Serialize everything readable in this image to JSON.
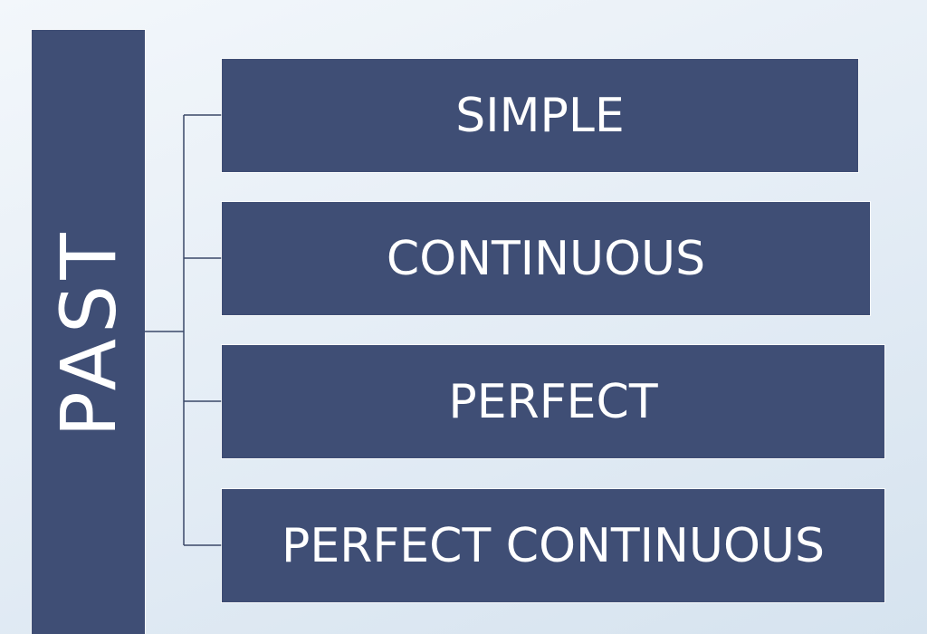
{
  "diagram": {
    "root": {
      "label": "PAST"
    },
    "branches": [
      {
        "label": "SIMPLE"
      },
      {
        "label": "CONTINUOUS"
      },
      {
        "label": "PERFECT"
      },
      {
        "label": "PERFECT CONTINUOUS"
      }
    ]
  },
  "colors": {
    "box_fill": "#3f4e75",
    "text": "#ffffff",
    "connector": "#3a4868"
  }
}
